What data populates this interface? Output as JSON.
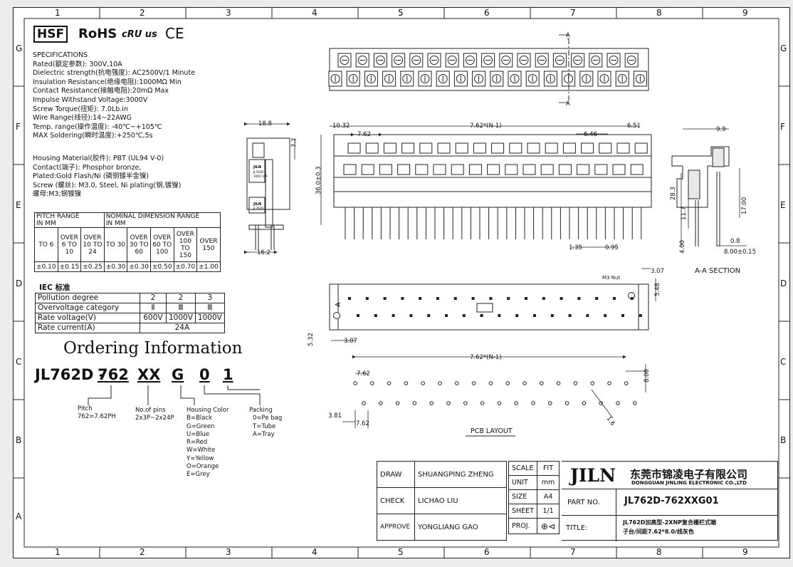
{
  "grid": {
    "columns": [
      "1",
      "2",
      "3",
      "4",
      "5",
      "6",
      "7",
      "8",
      "9"
    ],
    "rows": [
      "G",
      "F",
      "E",
      "D",
      "C",
      "B",
      "A"
    ]
  },
  "header": {
    "hsf": "HSF",
    "rohs": "RoHS",
    "ul": "cRU us",
    "ce": "CE"
  },
  "specs": {
    "title": "SPECIFICATIONS",
    "lines": [
      "Rated(额定参数): 300V,10A",
      "Dielectric strength(抗电强度): AC2500V/1 Minute",
      "Insulation Resistance(绝缘电阻):1000MΩ Min",
      "Contact Resistance(接触电阻):20mΩ Max",
      "Impulse Withstand Voltage:3000V",
      "Screw Torque(扭矩): 7.0Lb.in",
      "Wire Range(线径):14~22AWG",
      "Temp. range(操作温度): -40℃~+105℃",
      "MAX Soldering(瞬时温度):+250℃,5s"
    ],
    "materials": [
      "Housing Material(胶件): PBT (UL94 V-0)",
      "Contact(端子): Phosphor bronze,",
      "Plated:Gold Flash/Ni (磷铜镀半金镍)",
      "Screw (螺丝): M3.0, Steel, Ni plating(钢,镀镍)",
      "螺母:M3;钢镀镍"
    ]
  },
  "tolerance_table": {
    "h1": "PITCH RANGE",
    "h1b": "IN MM",
    "h2": "NOMINAL DIMENSION RANGE",
    "h2b": "IN MM",
    "pitch_cols": [
      "TO 6",
      "OVER 6 TO 10",
      "OVER 10 TO 24"
    ],
    "nominal_cols": [
      "TO 30",
      "OVER 30 TO 60",
      "OVER 60 TO 100",
      "OVER 100 TO 150",
      "OVER 150"
    ],
    "values": [
      "±0.10",
      "±0.15",
      "±0.25",
      "±0.30",
      "±0.30",
      "±0.50",
      "±0.70",
      "±1.00"
    ]
  },
  "iec": {
    "title": "IEC 标准",
    "rows": [
      {
        "label": "Pollution degree",
        "v": [
          "2",
          "2",
          "3"
        ]
      },
      {
        "label": "Overvoltage category",
        "v": [
          "Ⅱ",
          "Ⅲ",
          "Ⅲ"
        ]
      },
      {
        "label": "Rate voltage(V)",
        "v": [
          "600V",
          "1000V",
          "1000V"
        ]
      },
      {
        "label": "Rate current(A)",
        "v": [
          "24A"
        ]
      }
    ]
  },
  "ordering": {
    "title": "Ordering Information",
    "code": [
      "JL762D -",
      "762",
      "XX",
      "G",
      "0",
      "1"
    ],
    "pitch": [
      "Pitch",
      "762=7.62PH"
    ],
    "pins": [
      "No.of pins",
      "2x3P~2x24P"
    ],
    "color": [
      "Housing Color",
      "B=Black",
      "G=Green",
      "U=Blue",
      "R=Red",
      "W=White",
      "Y=Yellow",
      "O=Orange",
      "E=Grey"
    ],
    "packing": [
      "Packing",
      "0=Pe bag",
      "T=Tube",
      "A=Tray"
    ]
  },
  "dims": {
    "d18_8": "18.8",
    "d7_7": "7.7",
    "d16_2": "16.2",
    "d10_32": "10.32",
    "d7_62": "7.62",
    "pitch_n": "7.62*(N-1)",
    "d6_51": "6.51",
    "d6_46": "6.46",
    "d36": "36.0±0.3",
    "d1_35": "1.35",
    "d0_95": "0.95",
    "d9_9": "9.9",
    "d28_3": "28.3",
    "d11_7": "11.7",
    "d17": "17.00",
    "d4": "4.00",
    "d0_8": "0.8",
    "d8_015": "8.00±0.15",
    "section": "A-A SECTION",
    "a": "A",
    "m3nut": "M3 Nut",
    "d3_07": "3.07",
    "d5_48": "5.48",
    "d5_32": "5.32",
    "d8": "8.00",
    "d3_81": "3.81",
    "d1_6": "1.6",
    "pcb": "PCB LAYOUT",
    "label_brand": "JILN",
    "label_model": "JL762D",
    "label_rating": "300V 10A"
  },
  "title_block": {
    "draw": "DRAW",
    "drawer": "SHUANGPING ZHENG",
    "check": "CHECK",
    "checker": "LICHAO  LIU",
    "approve": "APPROVE",
    "approver": "YONGLIANG GAO",
    "scale": "SCALE",
    "scale_v": "FIT",
    "unit": "UNIT",
    "unit_v": "mm",
    "size": "SIZE",
    "size_v": "A4",
    "sheet": "SHEET",
    "sheet_v": "1/1",
    "proj": "PROJ.",
    "logo": "JILN",
    "company_cn": "东莞市锦凌电子有限公司",
    "company_en": "DONGGUAN JINLING ELECTRONIC CO.,LTD",
    "part_no_label": "PART NO.",
    "part_no": "JL762D-762XXG01",
    "title_label": "TITLE:",
    "title1": "JL762D加高型-2XNP复合栅栏式端",
    "title2": "子台/间距7.62*8.0/线灰色"
  }
}
